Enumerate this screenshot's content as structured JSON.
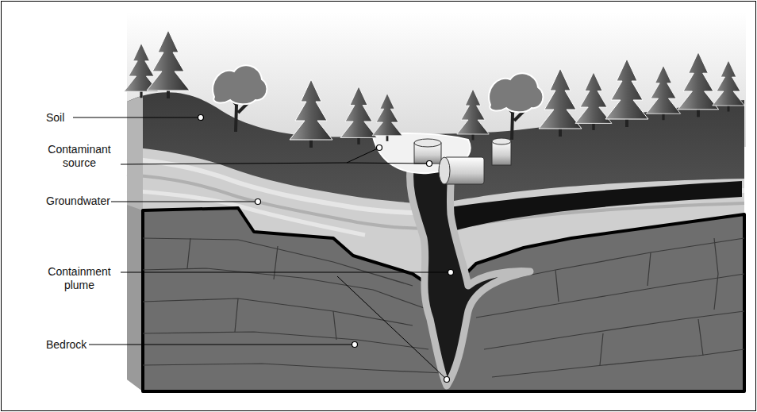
{
  "diagram": {
    "labels": [
      "Soil",
      "Contaminant source",
      "Groundwater",
      "Containment plume",
      "Bedrock"
    ]
  }
}
